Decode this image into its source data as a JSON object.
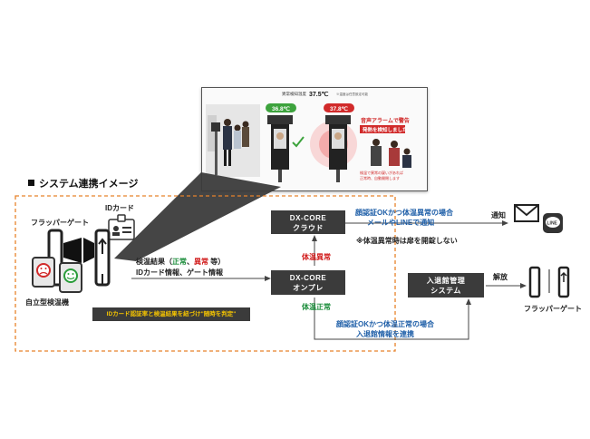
{
  "photo": {
    "header_label": "異常検知温度",
    "header_temp": "37.5℃",
    "header_note": "※温度は任意設定可能",
    "temp_ok": "36.8℃",
    "temp_ng": "37.8℃",
    "alarm_line1": "音声アラームで警告",
    "alarm_line2": "発熱を検知しました",
    "footer_note1": "検温で異常の疑いがあれば",
    "footer_note2": "正常時、自動開閉します"
  },
  "section_title": "システム連携イメージ",
  "labels": {
    "id_card": "IDカード",
    "flapper_gate_left": "フラッパーゲート",
    "standalone_device": "自立型検温機",
    "result_prefix": "検温結果（",
    "result_normal": "正常",
    "result_sep": "、",
    "result_abnormal": "異常",
    "result_suffix": " 等）",
    "id_gate_info": "IDカード情報、ゲート情報",
    "callout": "IDカード認証率と検温結果を紐づけ\"随時を判定\"",
    "cloud_title": "DX-CORE",
    "cloud_sub": "クラウド",
    "onprem_title": "DX-CORE",
    "onprem_sub": "オンプレ",
    "temp_abnormal": "体温異常",
    "temp_normal": "体温正常",
    "notify_line1": "顔認証OKかつ体温異常の場合",
    "notify_line2": "メールやLINEで通知",
    "note_abnormal": "※体温異常時は扉を開錠しない",
    "notify": "通知",
    "line_logo": "LINE",
    "access_title": "入退館管理",
    "access_sub": "システム",
    "release": "解放",
    "flapper_gate_right": "フラッパーゲート",
    "coop_line1": "顔認証OKかつ体温正常の場合",
    "coop_line2": "入退館情報を連携"
  },
  "colors": {
    "orange_dash": "#e8822a",
    "box_dark": "#3b3b3b",
    "blue_text": "#1f5fa8",
    "red_text": "#d11a1a",
    "green_text": "#1a8c3a",
    "callout_text": "#f5c400"
  }
}
